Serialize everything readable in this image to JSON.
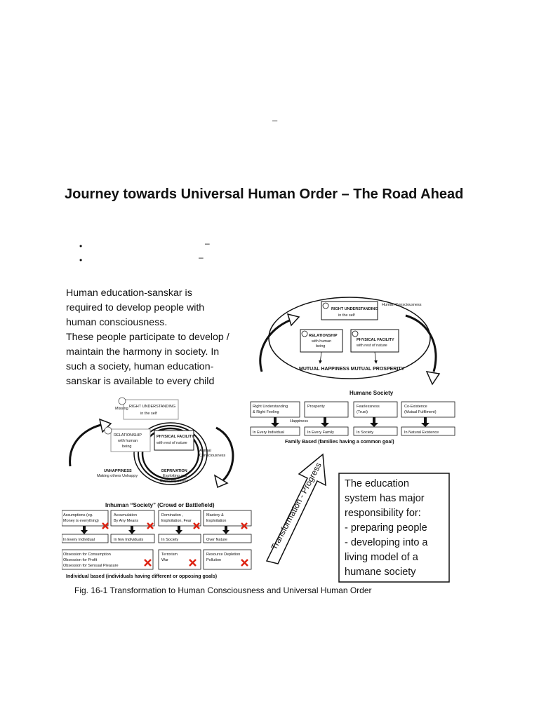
{
  "page": {
    "top_dash": "–",
    "title": "Journey towards Universal Human Order – The Road Ahead",
    "bullets": [
      {
        "marker": "•",
        "text": "–"
      },
      {
        "marker": "•",
        "text": "–"
      }
    ]
  },
  "figure": {
    "narrative_lines": [
      "Human education-sanskar is",
      "required to develop people with",
      "human consciousness.",
      "These people participate to develop /",
      "maintain the harmony in society. In",
      "such a society, human education-",
      "sanskar is available to every child"
    ],
    "top_diagram": {
      "right_understanding": "RIGHT UNDERSTANDING",
      "in_the_self": "in the self",
      "human_consciousness": "Human Consciousness",
      "relationship": "RELATIONSHIP",
      "relationship_sub1": "with human",
      "relationship_sub2": "being",
      "physical_facility": "PHYSICAL FACILITY",
      "physical_sub": "with rest of nature",
      "mutual": "MUTUAL HAPPINESS  MUTUAL PROSPERITY"
    },
    "humane_society": {
      "title": "Humane Society",
      "happiness": "Happiness",
      "columns": [
        {
          "top": [
            "Right Understanding",
            "& Right Feeling"
          ],
          "bottom": "In Every Individual"
        },
        {
          "top": [
            "Prosperity"
          ],
          "bottom": "In Every Family"
        },
        {
          "top": [
            "Fearlessness",
            "(Trust)"
          ],
          "bottom": "In Society"
        },
        {
          "top": [
            "Co-Existence",
            "(Mutual Fulfilment)"
          ],
          "bottom": "In Natural Existence"
        }
      ],
      "footer": "Family Based (families having a common goal)"
    },
    "left_diagram": {
      "right_understanding": "RIGHT UNDERSTANDING",
      "in_the_self": "in the self",
      "missing": "Missing",
      "relationship": "RELATIONSHIP",
      "relationship_sub1": "with human",
      "relationship_sub2": "being",
      "physical_facility": "PHYSICAL FACILITY",
      "physical_sub": "with rest of nature",
      "animal": [
        "Animal",
        "Consciousness"
      ],
      "unhappiness": "UNHAPPINESS",
      "unhappiness_sub": "Making others Unhappy",
      "deprivation": "DEPRIVATION",
      "deprivation_sub1": "Exploiting and",
      "deprivation_sub2": "Depriving others"
    },
    "inhuman_society": {
      "title": "Inhuman “Society” (Crowd or Battlefield)",
      "columns": [
        {
          "top": [
            "Assumptions (eg.",
            "Money is everything)"
          ],
          "middle": "In Every Individual",
          "bottom": [
            "Obsession for Consumption",
            "Obsession for Profit",
            "Obsession for Sensual Pleasure"
          ]
        },
        {
          "top": [
            "Accumulation",
            "By Any Means"
          ],
          "middle": "In few Individuals",
          "bottom": [
            "Terrorism",
            "War"
          ]
        },
        {
          "top": [
            "Domination ,",
            "Exploitation, Fear"
          ],
          "middle": "In Society",
          "bottom": [
            "Resource Depletion",
            "Pollution"
          ]
        },
        {
          "top": [
            "Mastery &",
            "Exploitation"
          ],
          "middle": "Over Nature",
          "bottom": []
        }
      ],
      "footer": "Individual based (individuals having different or opposing goals)"
    },
    "arrow_label": "Transformation - Progress",
    "education_box": [
      "The education",
      "system has major",
      "responsibility for:",
      "- preparing people",
      "- developing into a",
      "living model of a",
      "humane society"
    ],
    "caption": "Fig. 16-1 Transformation to Human Consciousness and Universal Human Order"
  }
}
